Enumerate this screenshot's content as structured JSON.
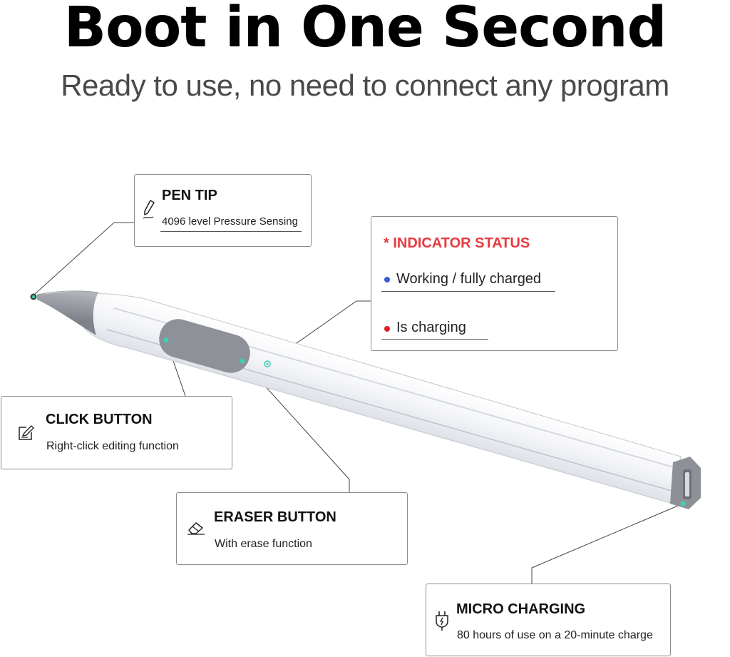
{
  "header": {
    "headline": "Boot in One Second",
    "subline": "Ready to use, no need to connect any program"
  },
  "pen_tip": {
    "title": "PEN TIP",
    "desc": "4096 level Pressure Sensing",
    "icon": "pen-tip-icon"
  },
  "indicator": {
    "title": "* INDICATOR STATUS",
    "title_color": "#e8393f",
    "items": [
      {
        "label": "Working / fully charged",
        "dot_color": "#3a5bd9"
      },
      {
        "label": "Is charging",
        "dot_color": "#e02020"
      }
    ]
  },
  "click_button": {
    "title": "CLICK BUTTON",
    "desc": "Right-click editing function",
    "icon": "edit-icon"
  },
  "eraser_button": {
    "title": "ERASER BUTTON",
    "desc": "With erase function",
    "icon": "eraser-icon"
  },
  "micro_charging": {
    "title": "MICRO CHARGING",
    "desc": "80 hours of use on a 20-minute charge",
    "icon": "plug-icon"
  },
  "colors": {
    "accent_dot": "#3fd1b4",
    "pen_body": "#eef0f3",
    "pen_grey": "#8e9097"
  }
}
